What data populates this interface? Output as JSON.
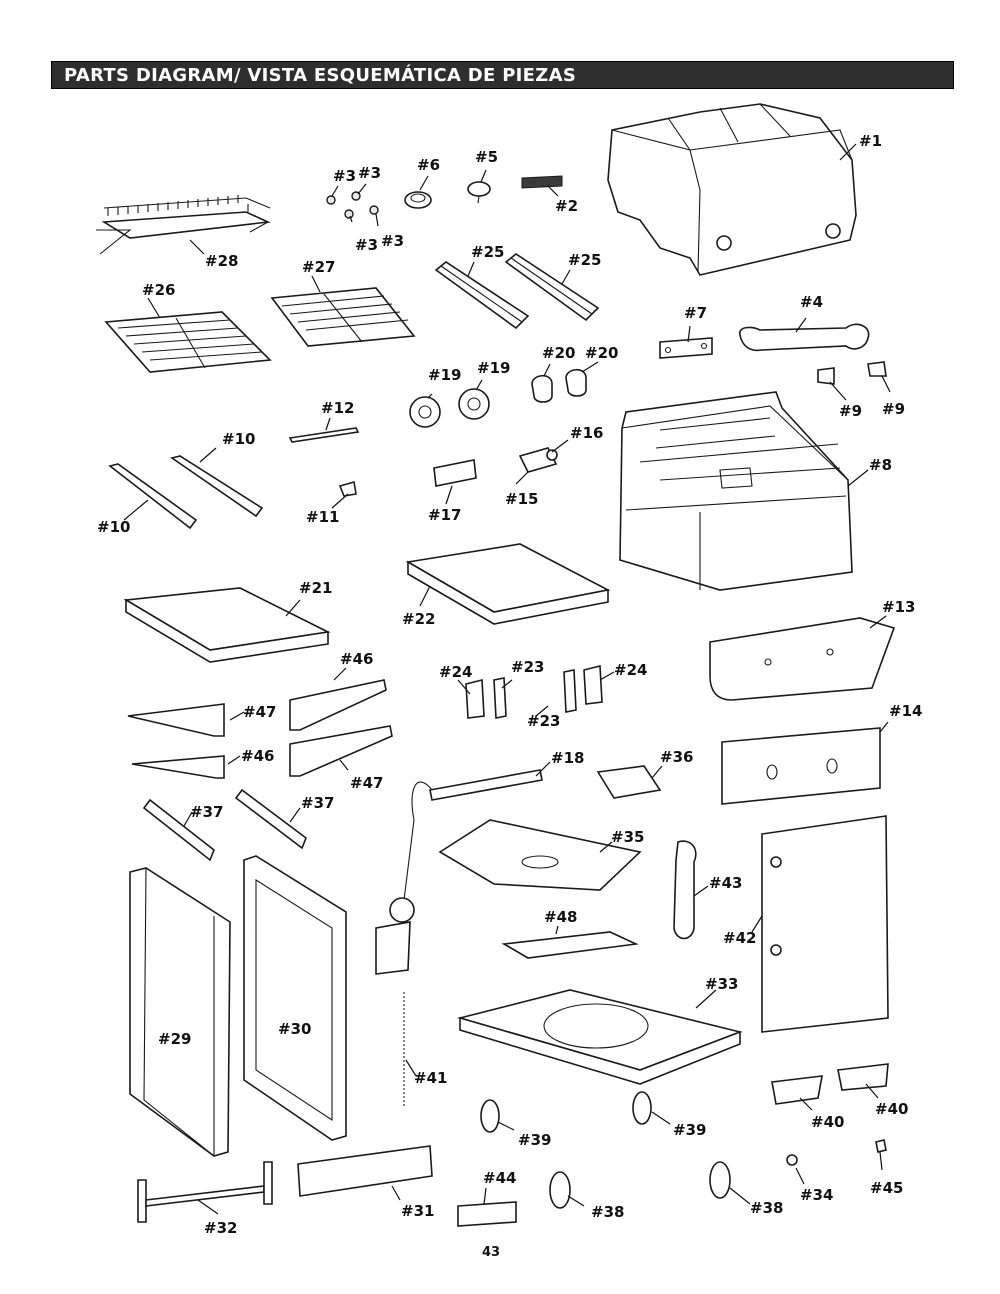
{
  "title": "PARTS DIAGRAM/ VISTA ESQUEMÁTICA DE PIEZAS",
  "page_number": "43",
  "labels": [
    "#1",
    "#2",
    "#3",
    "#3",
    "#3",
    "#3",
    "#4",
    "#5",
    "#6",
    "#7",
    "#8",
    "#9",
    "#9",
    "#10",
    "#10",
    "#11",
    "#12",
    "#13",
    "#14",
    "#15",
    "#16",
    "#17",
    "#18",
    "#19",
    "#19",
    "#20",
    "#20",
    "#21",
    "#22",
    "#23",
    "#23",
    "#24",
    "#24",
    "#25",
    "#25",
    "#26",
    "#27",
    "#28",
    "#29",
    "#30",
    "#31",
    "#32",
    "#33",
    "#34",
    "#35",
    "#36",
    "#37",
    "#37",
    "#38",
    "#38",
    "#39",
    "#39",
    "#40",
    "#40",
    "#41",
    "#42",
    "#43",
    "#44",
    "#45",
    "#46",
    "#46",
    "#47",
    "#47",
    "#48"
  ]
}
